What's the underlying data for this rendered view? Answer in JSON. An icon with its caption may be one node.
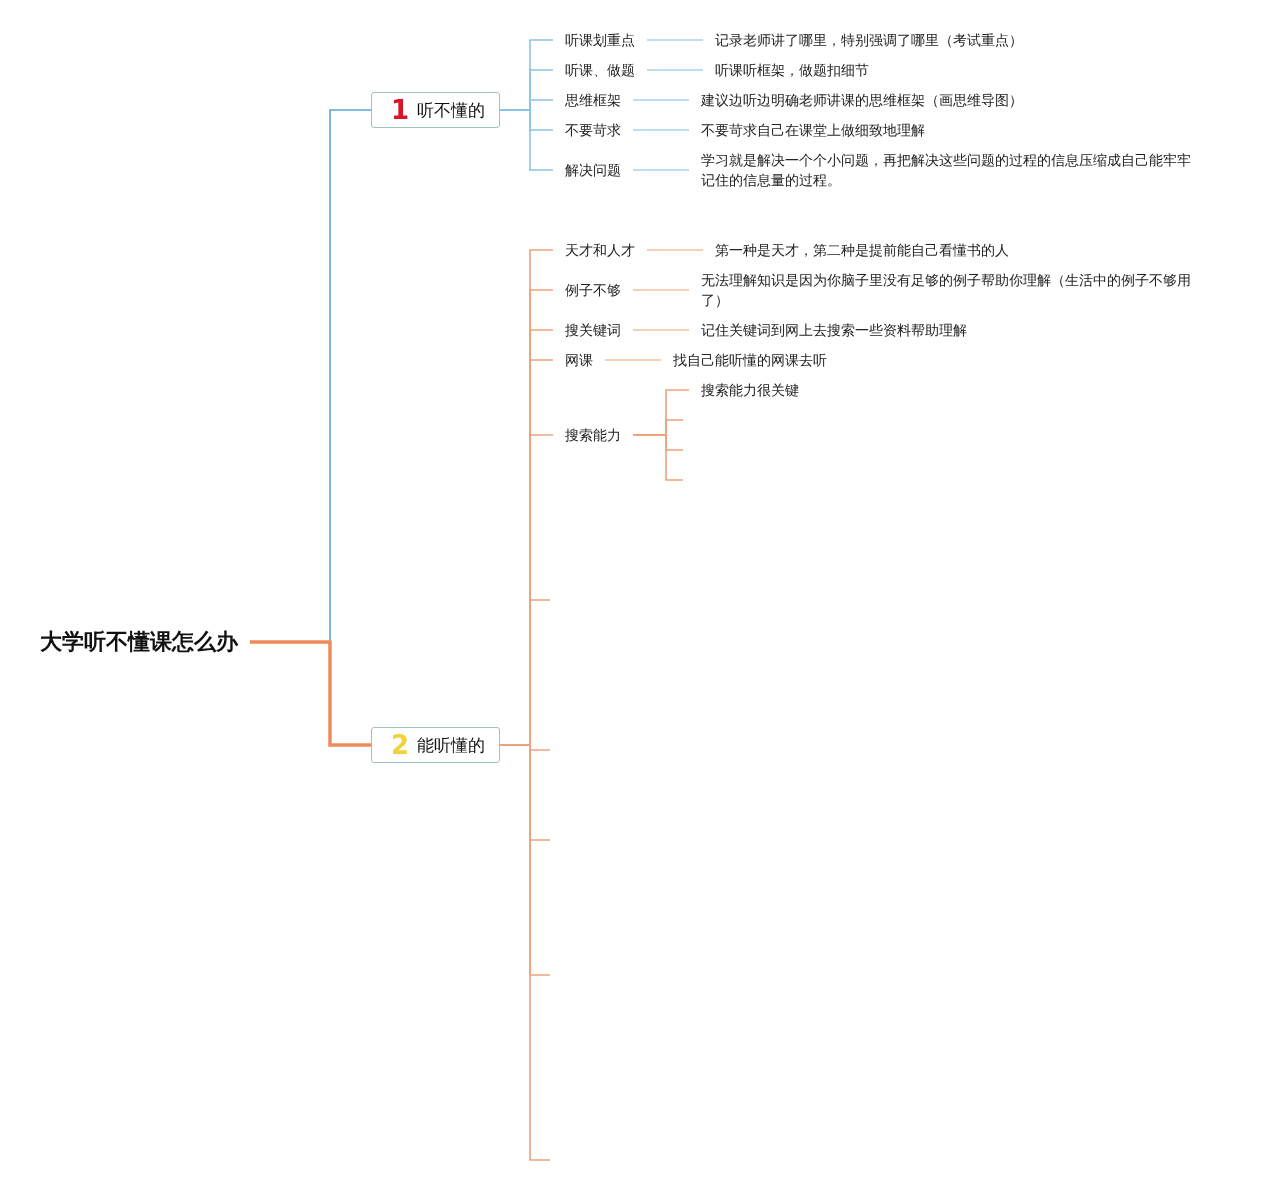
{
  "diagram": {
    "nodes": [
      {
        "text": [
          "大学听不懂课怎么办"
        ]
      },
      {
        "text": [
          "1",
          "听不懂的"
        ]
      },
      {
        "text": [
          "听课划重点"
        ]
      },
      {
        "text": [
          "记录老师讲了哪里，特别强调了哪里（考试重点）"
        ]
      },
      {
        "text": [
          "听课、做题"
        ]
      },
      {
        "text": [
          "听课听框架，做题扣细节"
        ]
      },
      {
        "text": [
          "思维框架"
        ]
      },
      {
        "text": [
          "建议边听边明确老师讲课的思维框架（画思维导图）"
        ]
      },
      {
        "text": [
          "不要苛求"
        ]
      },
      {
        "text": [
          "不要苛求自己在课堂上做细致地理解"
        ]
      },
      {
        "text": [
          "解决问题"
        ]
      },
      {
        "text": [
          "学习就是解决一个个小问题，再把解决这些问题的过程的信息压缩成自己能牢牢记住的信息量的过程。"
        ]
      },
      {
        "text": [
          "2",
          "能听懂的"
        ]
      },
      {
        "text": [
          "天才和人才"
        ]
      },
      {
        "text": [
          "第一种是天才，第二种是提前能自己看懂书的人"
        ]
      },
      {
        "text": [
          "例子不够"
        ]
      },
      {
        "text": [
          "无法理解知识是因为你脑子里没有足够的例子帮助你理解（生活中的例子不够用了）"
        ]
      },
      {
        "text": [
          "搜关键词"
        ]
      },
      {
        "text": [
          "记住关键词到网上去搜索一些资料帮助理解"
        ]
      },
      {
        "text": [
          "网课"
        ]
      },
      {
        "text": [
          "找自己能听懂的网课去听"
        ]
      },
      {
        "text": [
          "搜索能力"
        ]
      },
      {
        "text": [
          "搜索能力很关键"
        ]
      }
    ],
    "edges": [
      {
        "from": 0,
        "to": 1,
        "arrow": "none",
        "color": "#5aa5d6"
      },
      {
        "from": 0,
        "to": 12,
        "arrow": "none",
        "color": "#ef8a5b",
        "style": "thick"
      },
      {
        "from": 1,
        "to": 2,
        "arrow": "none",
        "color": "#8cc3e6"
      },
      {
        "from": 1,
        "to": 4,
        "arrow": "none",
        "color": "#8cc3e6"
      },
      {
        "from": 1,
        "to": 6,
        "arrow": "none",
        "color": "#8cc3e6"
      },
      {
        "from": 1,
        "to": 8,
        "arrow": "none",
        "color": "#8cc3e6"
      },
      {
        "from": 1,
        "to": 10,
        "arrow": "none",
        "color": "#8cc3e6"
      },
      {
        "from": 2,
        "to": 3,
        "arrow": "none",
        "color": "#a8d2ee"
      },
      {
        "from": 4,
        "to": 5,
        "arrow": "none",
        "color": "#a8d2ee"
      },
      {
        "from": 6,
        "to": 7,
        "arrow": "none",
        "color": "#a8d2ee"
      },
      {
        "from": 8,
        "to": 9,
        "arrow": "none",
        "color": "#a8d2ee"
      },
      {
        "from": 10,
        "to": 11,
        "arrow": "none",
        "color": "#a8d2ee"
      },
      {
        "from": 12,
        "to": 13,
        "arrow": "none"
      },
      {
        "from": 12,
        "to": 15,
        "arrow": "none"
      },
      {
        "from": 12,
        "to": 17,
        "arrow": "none"
      },
      {
        "from": 12,
        "to": 19,
        "arrow": "none"
      },
      {
        "from": 12,
        "to": 21,
        "arrow": "none"
      },
      {
        "from": 12,
        "to": null,
        "arrow": "none"
      },
      {
        "from": 12,
        "to": null,
        "arrow": "none"
      },
      {
        "from": 12,
        "to": null,
        "arrow": "none"
      },
      {
        "from": 12,
        "to": null,
        "arrow": "none"
      },
      {
        "from": 12,
        "to": null,
        "arrow": "none"
      },
      {
        "from": 13,
        "to": 14,
        "arrow": "none",
        "color": "#f5c0a3"
      },
      {
        "from": 15,
        "to": 16,
        "arrow": "none",
        "color": "#f5c0a3"
      },
      {
        "from": 17,
        "to": 18,
        "arrow": "none",
        "color": "#f5c0a3"
      },
      {
        "from": 19,
        "to": 20,
        "arrow": "none",
        "color": "#f5c0a3"
      },
      {
        "from": 21,
        "to": 22,
        "arrow": "none"
      },
      {
        "from": 21,
        "to": null,
        "arrow": "none"
      },
      {
        "from": 21,
        "to": null,
        "arrow": "none"
      },
      {
        "from": 21,
        "to": null,
        "arrow": "none"
      }
    ]
  }
}
